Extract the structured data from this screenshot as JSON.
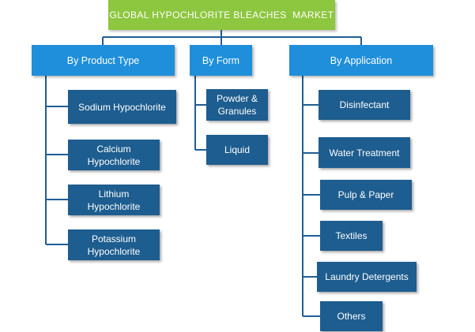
{
  "root": {
    "label": "GLOBAL HYPOCHLORITE BLEACHES  MARKET"
  },
  "categories": {
    "product_type": {
      "label": "By Product Type",
      "items": [
        "Sodium Hypochlorite",
        "Calcium\nHypochlorite",
        "Lithium\nHypochlorite",
        "Potassium\nHypochlorite"
      ]
    },
    "form": {
      "label": "By Form",
      "items": [
        "Powder &\nGranules",
        "Liquid"
      ]
    },
    "application": {
      "label": "By Application",
      "items": [
        "Disinfectant",
        "Water Treatment",
        "Pulp & Paper",
        "Textiles",
        "Laundry Detergents",
        "Others"
      ]
    }
  },
  "colors": {
    "root_fill": "#8dc63f",
    "category_fill": "#1f8fdb",
    "leaf_fill": "#1d5d8f",
    "connector": "#1f5e95"
  }
}
